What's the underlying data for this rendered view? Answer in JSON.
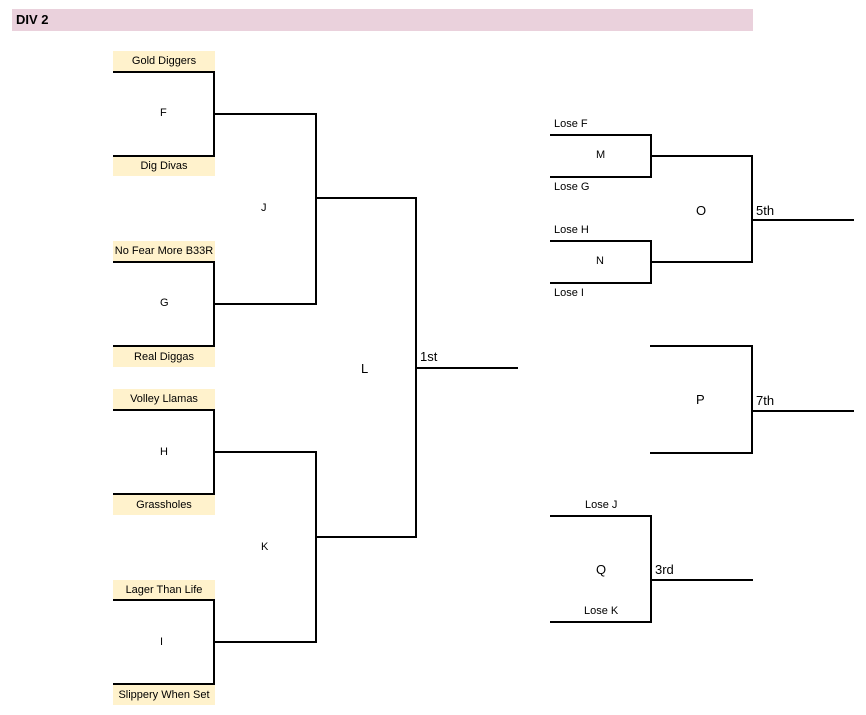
{
  "header": {
    "title": "DIV 2"
  },
  "teams": [
    "Gold Diggers",
    "Dig Divas",
    "No Fear More B33R",
    "Real Diggas",
    "Volley Llamas",
    "Grassholes",
    "Lager Than Life",
    "Slippery When Set"
  ],
  "games": {
    "F": "F",
    "G": "G",
    "H": "H",
    "I": "I",
    "J": "J",
    "K": "K",
    "L": "L",
    "M": "M",
    "N": "N",
    "O": "O",
    "P": "P",
    "Q": "Q"
  },
  "consolation": {
    "lose_f": "Lose F",
    "lose_g": "Lose G",
    "lose_h": "Lose H",
    "lose_i": "Lose I",
    "lose_j": "Lose J",
    "lose_k": "Lose K"
  },
  "places": {
    "first": "1st",
    "third": "3rd",
    "fifth": "5th",
    "seventh": "7th"
  }
}
